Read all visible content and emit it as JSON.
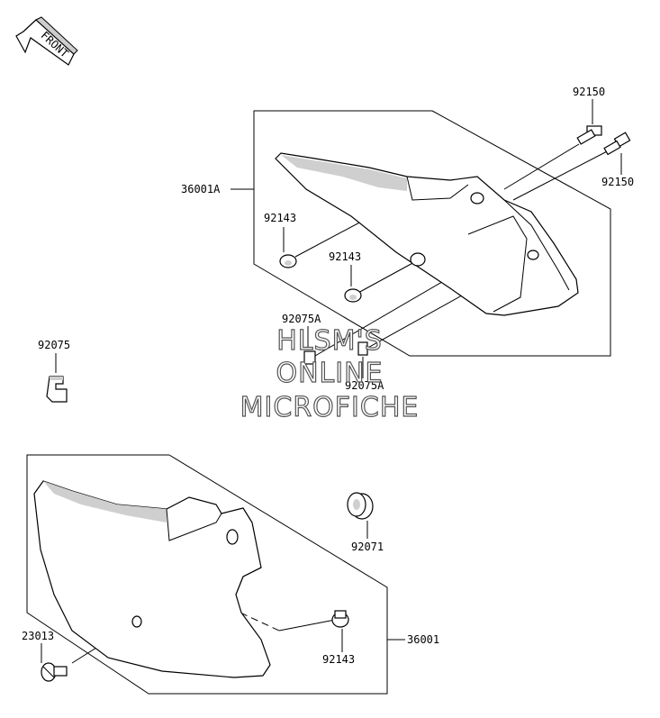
{
  "front_badge": "FRONT",
  "parts": {
    "side_cover_right": "36001A",
    "side_cover_left": "36001",
    "bolt_upper": "92150",
    "bolt_lower": "92150",
    "damper_a": "92143",
    "damper_b": "92143",
    "damper_left": "92143",
    "collar_upper": "92075A",
    "collar_lower": "92075A",
    "clip": "92075",
    "grommet": "92071",
    "screw": "23013"
  },
  "watermark": {
    "line1": "HLSM'S",
    "line2": "ONLINE",
    "line3": "MICROFICHE"
  }
}
